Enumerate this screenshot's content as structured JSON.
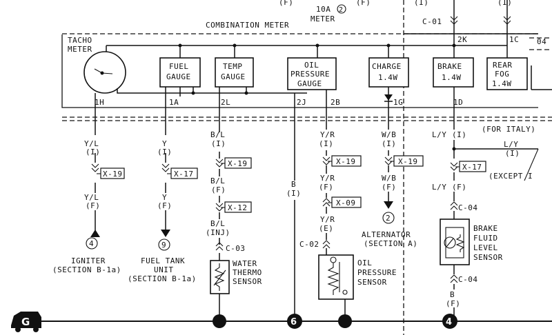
{
  "top": {
    "fuse_label": "10A",
    "fuse_num": "2",
    "fuse_name": "METER",
    "stub_left": "(F)",
    "stub_mid": "(F)",
    "stub_r1": "(I)",
    "stub_r2": "(I)",
    "c01": "C-01"
  },
  "meter": {
    "title": "COMBINATION METER",
    "tacho": [
      "TACHO",
      "METER"
    ],
    "fuel": [
      "FUEL",
      "GAUGE"
    ],
    "temp": [
      "TEMP",
      "GAUGE"
    ],
    "oil": [
      "OIL",
      "PRESSURE",
      "GAUGE"
    ],
    "charge": [
      "CHARGE",
      "1.4W"
    ],
    "brake": [
      "BRAKE",
      "1.4W"
    ],
    "rearfog": [
      "REAR",
      "FOG",
      "1.4W"
    ],
    "pin_2k": "2K",
    "pin_1c": "1C",
    "pin_04": "04"
  },
  "pins": [
    "1H",
    "1A",
    "2L",
    "2J",
    "2B",
    "1G",
    "1D"
  ],
  "for_italy": "(FOR ITALY)",
  "circuits": {
    "c1": {
      "wire_i": "Y/L",
      "loc_i": "(I)",
      "conn": "X-19",
      "wire_f": "Y/L",
      "loc_f": "(F)",
      "ref": "4",
      "dest": [
        "IGNITER",
        "(SECTION B-1a)"
      ]
    },
    "c2": {
      "wire_i": "Y",
      "loc_i": "(I)",
      "conn": "X-17",
      "wire_f": "Y",
      "loc_f": "(F)",
      "ref": "9",
      "dest": [
        "FUEL TANK",
        "UNIT",
        "(SECTION B-1a)"
      ]
    },
    "c3": {
      "wire_i": "B/L",
      "loc_i": "(I)",
      "conn": "X-19",
      "wire_f": "B/L",
      "loc_f": "(F)",
      "conn2": "X-12",
      "wire_inj": "B/L",
      "loc_inj": "(INJ)",
      "connector": "C-03",
      "dest": [
        "WATER",
        "THERMO",
        "SENSOR"
      ]
    },
    "c4": {
      "wire": "B",
      "loc": "(I)",
      "ref": "6"
    },
    "c5": {
      "wire_i": "Y/R",
      "loc_i": "(I)",
      "conn": "X-19",
      "wire_f": "Y/R",
      "loc_f": "(F)",
      "conn2": "X-09",
      "wire_e": "Y/R",
      "loc_e": "(E)",
      "connector": "C-02",
      "dest": [
        "OIL",
        "PRESSURE",
        "SENSOR"
      ]
    },
    "c6": {
      "wire_i": "W/B",
      "loc_i": "(I)",
      "conn": "X-19",
      "wire_f": "W/B",
      "loc_f": "(F)",
      "ref": "2",
      "dest": [
        "ALTERNATOR",
        "(SECTION A)"
      ]
    },
    "c7": {
      "wire_i": "L/Y",
      "loc_i": "(I)",
      "conn": "X-17",
      "wire_f": "L/Y",
      "loc_f": "(F)",
      "connector": "C-04",
      "connector2": "C-04",
      "wire_b": "B",
      "loc_b": "(F)",
      "ref": "4",
      "dest": [
        "BRAKE",
        "FLUID",
        "LEVEL",
        "SENSOR"
      ],
      "branch_wire": "L/Y",
      "branch_loc": "(I)",
      "except": "(EXCEPT I"
    }
  },
  "ground_label": "G"
}
